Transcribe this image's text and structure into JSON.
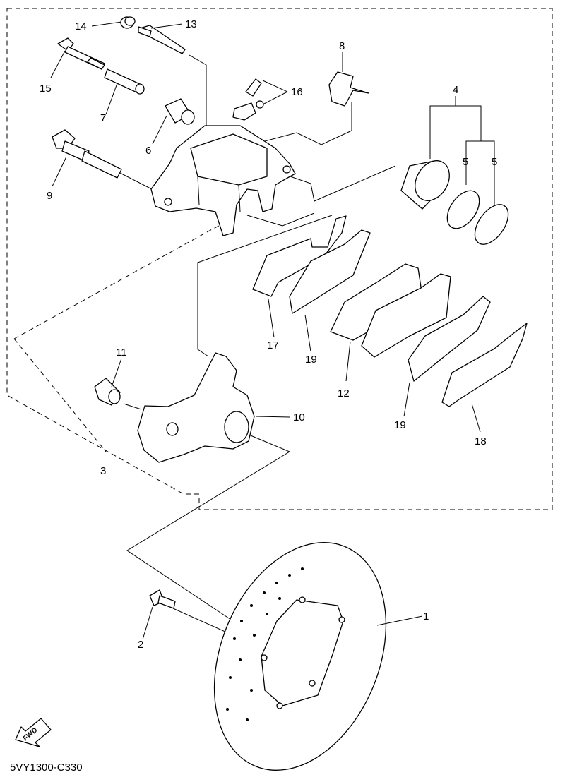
{
  "diagram": {
    "drawing_code": "5VY1300-C330",
    "fwd_label": "FWD",
    "callouts": [
      {
        "id": "1",
        "text": "1"
      },
      {
        "id": "2",
        "text": "2"
      },
      {
        "id": "3",
        "text": "3"
      },
      {
        "id": "4",
        "text": "4"
      },
      {
        "id": "5a",
        "text": "5"
      },
      {
        "id": "5b",
        "text": "5"
      },
      {
        "id": "6",
        "text": "6"
      },
      {
        "id": "7",
        "text": "7"
      },
      {
        "id": "8",
        "text": "8"
      },
      {
        "id": "9",
        "text": "9"
      },
      {
        "id": "10",
        "text": "10"
      },
      {
        "id": "11",
        "text": "11"
      },
      {
        "id": "12",
        "text": "12"
      },
      {
        "id": "13",
        "text": "13"
      },
      {
        "id": "14",
        "text": "14"
      },
      {
        "id": "15",
        "text": "15"
      },
      {
        "id": "16",
        "text": "16"
      },
      {
        "id": "17",
        "text": "17"
      },
      {
        "id": "18",
        "text": "18"
      },
      {
        "id": "19a",
        "text": "19"
      },
      {
        "id": "19b",
        "text": "19"
      }
    ]
  }
}
